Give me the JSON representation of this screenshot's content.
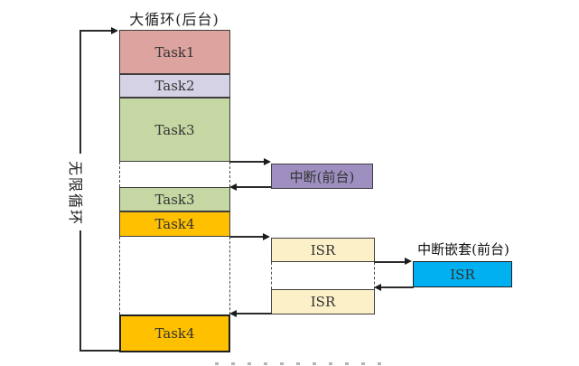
{
  "title": "大循环(后台)",
  "left_label": "无限循环",
  "nested_label": "中断嵌套(前台)",
  "boxes": {
    "task1": {
      "label": "Task1",
      "color": "#DCA39F"
    },
    "task2": {
      "label": "Task2",
      "color": "#D6D2E6"
    },
    "task3_first": {
      "label": "Task3",
      "color": "#C5D8A3"
    },
    "task3_second": {
      "label": "Task3",
      "color": "#C5D8A3"
    },
    "task4_first": {
      "label": "Task4",
      "color": "#FFC000"
    },
    "task4_last": {
      "label": "Task4",
      "color": "#FFC000"
    },
    "interrupt": {
      "label": "中断(前台)",
      "color": "#9E8FC0"
    },
    "isr_first": {
      "label": "ISR",
      "color": "#FCF0C8"
    },
    "isr_second": {
      "label": "ISR",
      "color": "#FCF0C8"
    },
    "isr_nested": {
      "label": "ISR",
      "color": "#00B0F0"
    }
  },
  "line_color": "#2b2b2b"
}
